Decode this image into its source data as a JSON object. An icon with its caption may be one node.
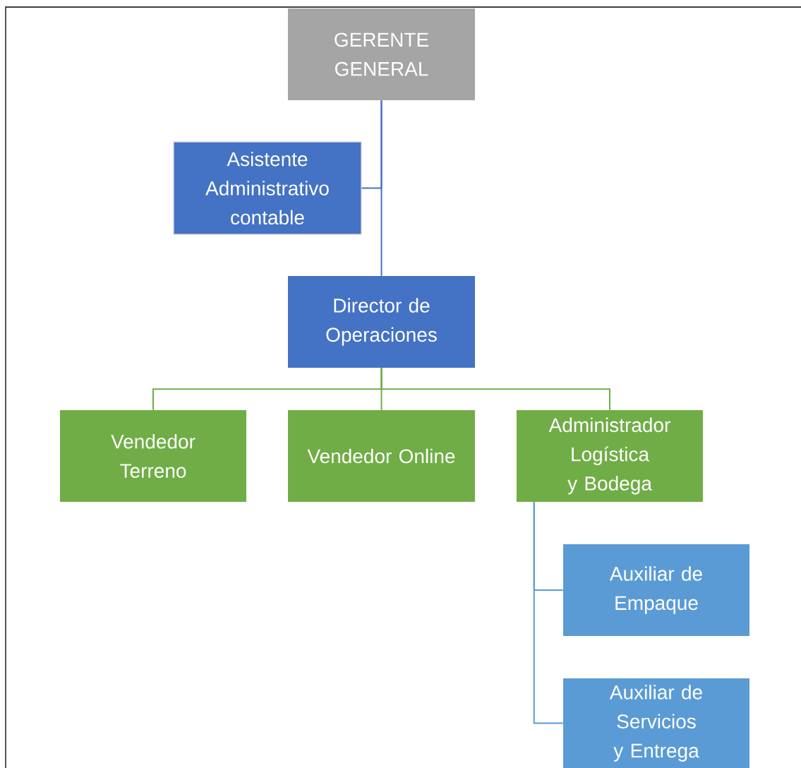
{
  "diagram": {
    "nodes": [
      {
        "text": [
          "GERENTE GENERAL"
        ]
      },
      {
        "text": [
          "Asistente Administrativo contable"
        ]
      },
      {
        "text": [
          "Director de Operaciones"
        ]
      },
      {
        "text": [
          "Vendedor Terreno"
        ]
      },
      {
        "text": [
          "Vendedor Online"
        ]
      },
      {
        "text": [
          "Administrador Logística y Bodega"
        ]
      },
      {
        "text": [
          "Auxiliar de Empaque"
        ]
      },
      {
        "text": [
          "Auxiliar de Servicios y Entrega"
        ]
      }
    ],
    "edges": [
      {
        "from": 0,
        "to": 1,
        "arrow": "none",
        "color": "#4472c4"
      },
      {
        "from": 0,
        "to": 2,
        "arrow": "none",
        "color": "#4472c4"
      },
      {
        "from": 2,
        "to": 3,
        "arrow": "none",
        "color": "#70ad47"
      },
      {
        "from": 2,
        "to": 4,
        "arrow": "none",
        "color": "#70ad47"
      },
      {
        "from": 2,
        "to": 5,
        "arrow": "none",
        "color": "#70ad47"
      },
      {
        "from": 5,
        "to": 6,
        "arrow": "none",
        "color": "#5b9bd5"
      },
      {
        "from": 5,
        "to": 7,
        "arrow": "none",
        "color": "#5b9bd5"
      }
    ]
  }
}
